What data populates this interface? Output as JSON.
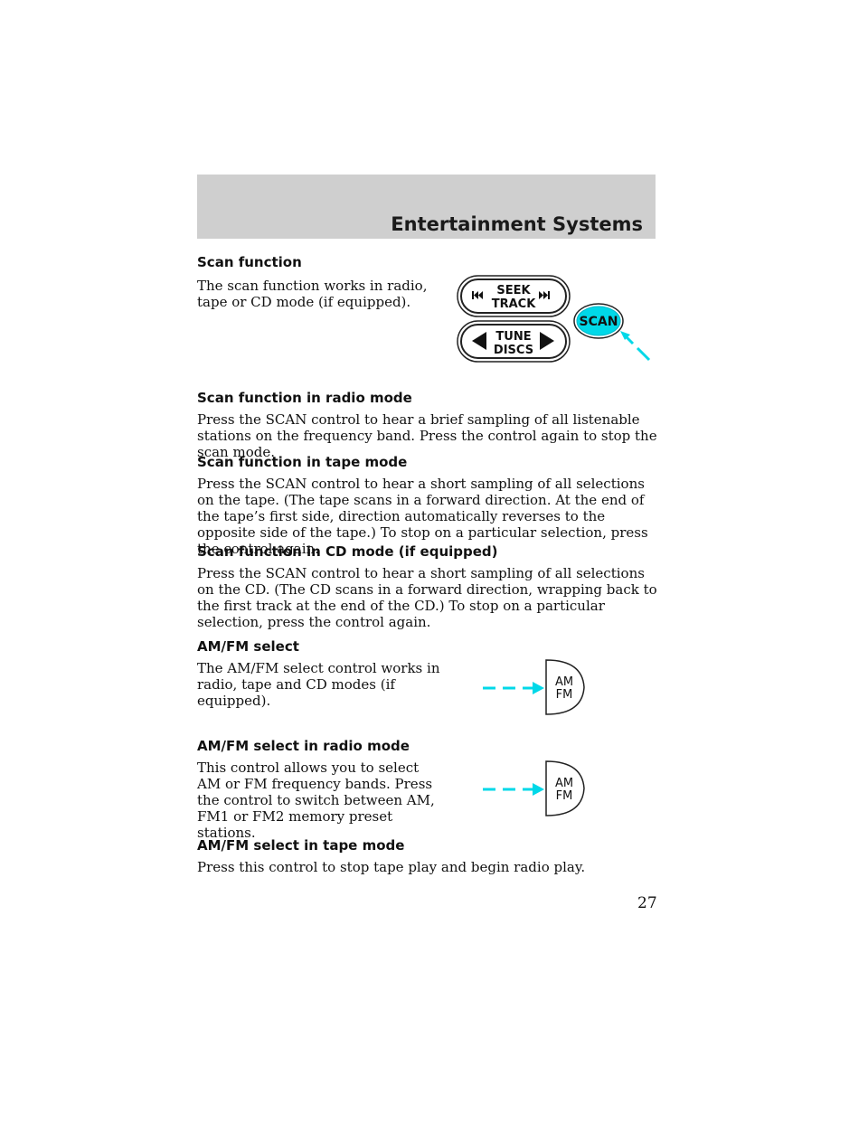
{
  "header": {
    "title": "Entertainment Systems"
  },
  "sections": [
    {
      "heading": "Scan function",
      "body": "The scan function works in radio, tape or CD mode (if equipped)."
    },
    {
      "heading": "Scan function in radio mode",
      "body": "Press the SCAN control to hear a brief sampling of all listenable stations on the frequency band. Press the control again to stop the scan mode."
    },
    {
      "heading": "Scan function in tape mode",
      "body": "Press the SCAN control to hear a short sampling of all selections on the tape. (The tape scans in a forward direction. At the end of the tape’s first side, direction automatically reverses to the opposite side of the tape.) To stop on a particular selection, press the control again."
    },
    {
      "heading": "Scan function in CD mode (if equipped)",
      "body": "Press the SCAN control to hear a short sampling of all selections on the CD. (The CD scans in a forward direction, wrapping back to the first track at the end of the CD.) To stop on a particular selection, press the control again."
    },
    {
      "heading": "AM/FM select",
      "body": "The AM/FM select control works in radio, tape and CD modes (if equipped)."
    },
    {
      "heading": "AM/FM select in radio mode",
      "body": "This control allows you to select AM or FM frequency bands. Press the control to switch between AM, FM1 or FM2 memory preset stations."
    },
    {
      "heading": "AM/FM select in tape mode",
      "body": "Press this control to stop tape play and begin radio play."
    }
  ],
  "scan_figure": {
    "seek_track_line1": "SEEK",
    "seek_track_line2": "TRACK",
    "tune_discs_line1": "TUNE",
    "tune_discs_line2": "DISCS",
    "scan_label": "SCAN",
    "highlight_color": "#00d8e8",
    "icons": [
      "seek-previous-icon",
      "seek-next-icon",
      "tune-down-icon",
      "tune-up-icon",
      "pointer-arrow-icon"
    ]
  },
  "amfm_figure_1": {
    "line1": "AM",
    "line2": "FM"
  },
  "amfm_figure_2": {
    "line1": "AM",
    "line2": "FM"
  },
  "page_number": "27"
}
